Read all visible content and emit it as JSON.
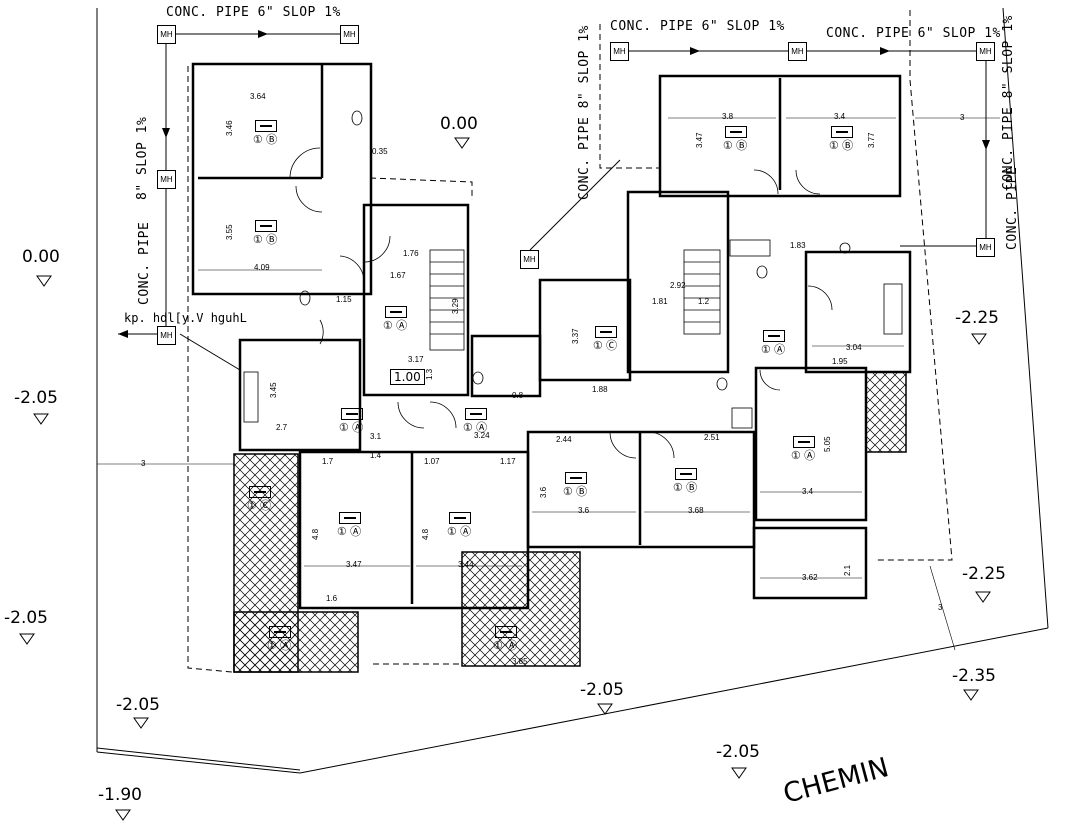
{
  "pipes": {
    "top_left": "CONC. PIPE   6\" SLOP 1%",
    "top_mid": "CONC. PIPE   6\" SLOP 1%",
    "top_right": "CONC. PIPE   6\" SLOP 1%",
    "left_vertical_a": "8\" SLOP 1%",
    "left_vertical_b": "CONC. PIPE",
    "mid_vertical": "CONC. PIPE   8\" SLOP 1%",
    "right_vertical_a": "CONC. PIPE   8\" SLOP 1%",
    "right_vertical_b": "CONC. PIPE"
  },
  "manhole_label": "MH",
  "levels": {
    "center_top": "0.00",
    "left_top": "0.00",
    "left_a": "-2.05",
    "left_b": "-2.05",
    "bottom_left": "-2.05",
    "bottom_center": "-2.05",
    "bottom_mid": "-2.05",
    "bottom_far_left": "-1.90",
    "right_a": "-2.25",
    "right_b": "-2.25",
    "right_c": "-2.35",
    "inner_box": "1.00"
  },
  "street": "CHEMIN",
  "annotation_pipe": "kp. hdl[y.V hguhL",
  "room_tags": {
    "r1": "① Ⓑ",
    "r2": "① Ⓑ",
    "r3": "① Ⓐ",
    "r4": "① Ⓒ",
    "r5": "① Ⓑ",
    "r6": "① Ⓑ",
    "r7": "① Ⓐ",
    "r8": "① Ⓐ",
    "r9": "① Ⓐ",
    "r10": "① Ⓑ",
    "r11": "① Ⓑ",
    "r12": "① Ⓐ",
    "r13": "① Ⓒ",
    "r14": "① Ⓐ",
    "r15": "① Ⓐ",
    "r16": "① Ⓐ",
    "r17": "① Ⓐ"
  },
  "dims": {
    "d1": "3.64",
    "d2": "3.46",
    "d3": "3.55",
    "d4": "4.09",
    "d5": "1.67",
    "d6": "1.76",
    "d7": "3.17",
    "d8": "3.45",
    "d9": "2.7",
    "d10": "3.1",
    "d11": "3.24",
    "d12": "3.47",
    "d13": "3.44",
    "d14": "4.8",
    "d15": "4.8",
    "d16": "3.6",
    "d17": "3.68",
    "d18": "3.6",
    "d19": "2.44",
    "d20": "2.51",
    "d21": "3.4",
    "d22": "5.05",
    "d23": "3.62",
    "d24": "3.8",
    "d25": "3.4",
    "d26": "3.47",
    "d27": "3.77",
    "d28": "3.04",
    "d29": "1.83",
    "d30": "1.81",
    "d31": "3.37",
    "d32": "1.88",
    "d33": "1.4",
    "d34": "1.6",
    "d35": "3.85",
    "d36": "3",
    "d37": "3",
    "d38": "3",
    "d39": "0.35",
    "d40": "1.15",
    "d41": "1.95",
    "d42": "2.1",
    "d43": "1.7",
    "d44": "1.17",
    "d45": "1.07",
    "d46": "2.92",
    "d47": "0.8",
    "d48": "1.2",
    "d49": "1.3",
    "d50": "3.29"
  }
}
